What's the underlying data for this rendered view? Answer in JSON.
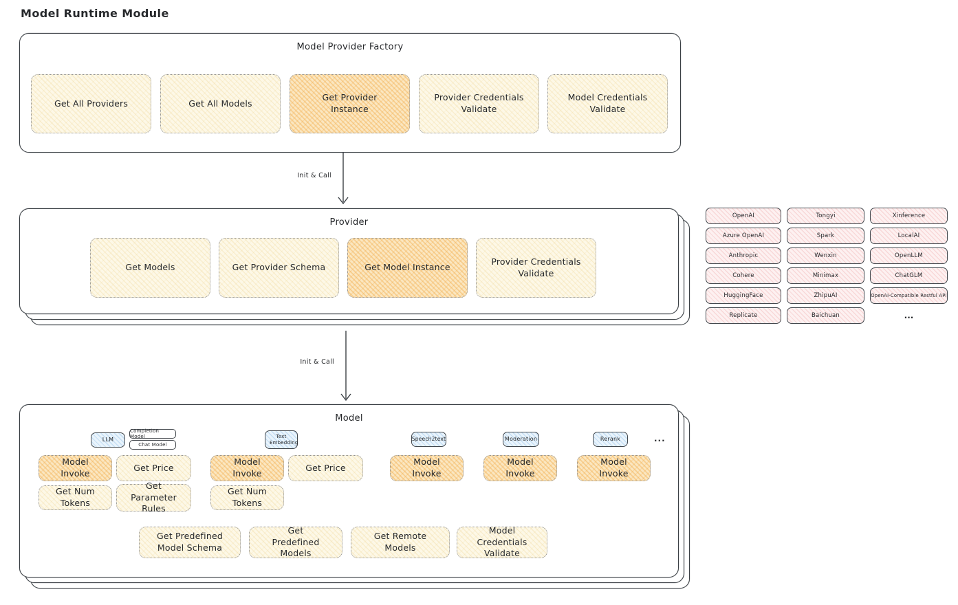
{
  "page": {
    "title": "Model Runtime Module"
  },
  "colors": {
    "stroke": "#3a3f44",
    "method_fill": "#fdf8e7",
    "method_active_fill": "#fbe7c1",
    "provider_chip_fill": "#fdf1f1",
    "tab_fill": "#e9f4fc"
  },
  "arrows": [
    {
      "label": "Init & Call"
    },
    {
      "label": "Init & Call"
    }
  ],
  "factory": {
    "title": "Model Provider Factory",
    "buttons": [
      {
        "label": "Get All Providers",
        "active": false
      },
      {
        "label": "Get All Models",
        "active": false
      },
      {
        "label": "Get Provider Instance",
        "active": true
      },
      {
        "label": "Provider Credentials Validate",
        "active": false
      },
      {
        "label": "Model Credentials Validate",
        "active": false
      }
    ]
  },
  "provider": {
    "title": "Provider",
    "buttons": [
      {
        "label": "Get Models",
        "active": false
      },
      {
        "label": "Get Provider Schema",
        "active": false
      },
      {
        "label": "Get Model Instance",
        "active": true
      },
      {
        "label": "Provider Credentials Validate",
        "active": false
      }
    ]
  },
  "provider_catalog": {
    "rows": [
      [
        "OpenAI",
        "Tongyi",
        "Xinference"
      ],
      [
        "Azure OpenAI",
        "Spark",
        "LocalAI"
      ],
      [
        "Anthropic",
        "Wenxin",
        "OpenLLM"
      ],
      [
        "Cohere",
        "Minimax",
        "ChatGLM"
      ],
      [
        "HuggingFace",
        "ZhipuAI",
        "OpenAI-Compatible Restful API"
      ],
      [
        "Replicate",
        "Baichuan"
      ]
    ],
    "ellipsis": "..."
  },
  "model": {
    "title": "Model",
    "ellipsis": "...",
    "tabs": [
      {
        "label": "LLM"
      },
      {
        "label": "Completion Model"
      },
      {
        "label": "Chat Model"
      },
      {
        "label": "Text Embedding"
      },
      {
        "label": "Speech2text"
      },
      {
        "label": "Moderation"
      },
      {
        "label": "Rerank"
      }
    ],
    "method_buttons": [
      {
        "label": "Model Invoke",
        "group": "LLM",
        "active": true
      },
      {
        "label": "Get Price",
        "group": "LLM",
        "active": false
      },
      {
        "label": "Get Num Tokens",
        "group": "LLM",
        "active": false
      },
      {
        "label": "Get Parameter Rules",
        "group": "LLM",
        "active": false
      },
      {
        "label": "Model Invoke",
        "group": "Text Embedding",
        "active": true
      },
      {
        "label": "Get Price",
        "group": "Text Embedding",
        "active": false
      },
      {
        "label": "Get Num Tokens",
        "group": "Text Embedding",
        "active": false
      },
      {
        "label": "Model Invoke",
        "group": "Speech2text",
        "active": true
      },
      {
        "label": "Model Invoke",
        "group": "Moderation",
        "active": true
      },
      {
        "label": "Model Invoke",
        "group": "Rerank",
        "active": true
      }
    ],
    "shared_buttons": [
      {
        "label": "Get Predefined Model Schema"
      },
      {
        "label": "Get Predefined Models"
      },
      {
        "label": "Get Remote Models"
      },
      {
        "label": "Model Credentials Validate"
      }
    ]
  }
}
